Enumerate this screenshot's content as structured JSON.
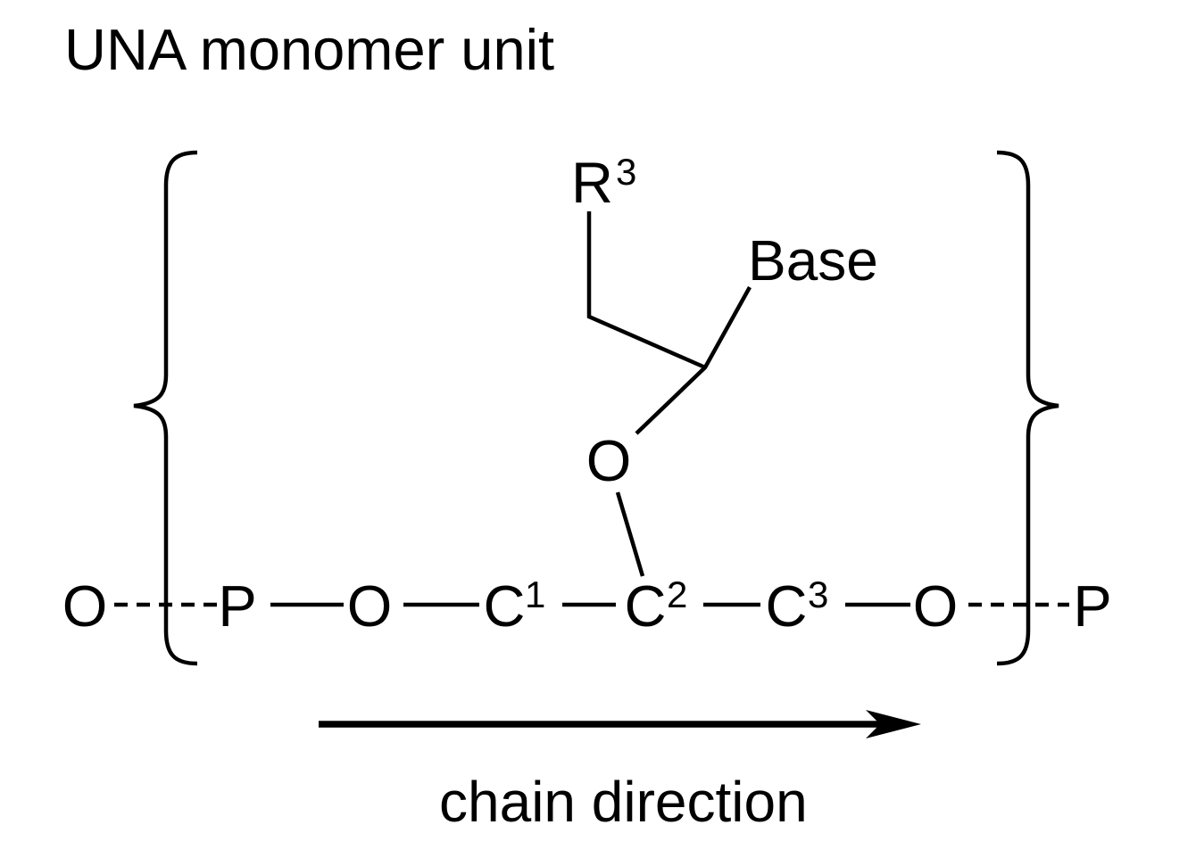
{
  "colors": {
    "ink": "#000000",
    "background": "#ffffff"
  },
  "title": "UNA monomer unit",
  "diagram": {
    "r_group": {
      "symbol": "R",
      "superscript": "3"
    },
    "base": {
      "label": "Base"
    },
    "glycosidic_oxygen": {
      "symbol": "O"
    },
    "backbone": {
      "oxygen_left": {
        "symbol": "O"
      },
      "phosphorus_left": {
        "symbol": "P"
      },
      "bridge_oxygen": {
        "symbol": "O"
      },
      "carbon1": {
        "symbol": "C",
        "superscript": "1"
      },
      "carbon2": {
        "symbol": "C",
        "superscript": "2"
      },
      "carbon3": {
        "symbol": "C",
        "superscript": "3"
      },
      "oxygen_right": {
        "symbol": "O"
      },
      "phosphorus_right": {
        "symbol": "P"
      }
    },
    "arrow": {
      "label": "chain direction"
    }
  }
}
